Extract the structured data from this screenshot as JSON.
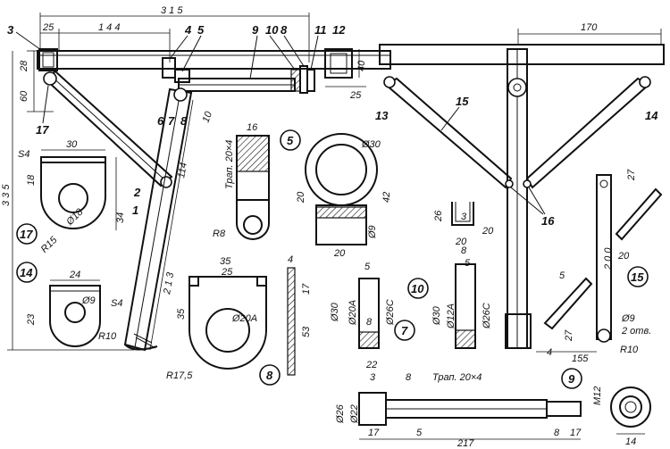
{
  "part_numbers": {
    "p1": "1",
    "p2": "2",
    "p3": "3",
    "p4": "4",
    "p5": "5",
    "p6": "6",
    "p7": "7",
    "p8": "8",
    "p9": "9",
    "p10": "10",
    "p11": "11",
    "p12": "12",
    "p13": "13",
    "p14": "14",
    "p15": "15",
    "p16": "16",
    "p17": "17"
  },
  "circled_labels": {
    "c5": "5",
    "c7": "7",
    "c8": "8",
    "c9": "9",
    "c10": "10",
    "c14": "14",
    "c15": "15",
    "c17": "17"
  },
  "dimensions": {
    "d315": "3 1 5",
    "d25a": "25",
    "d144": "1 4 4",
    "d28": "28",
    "d60": "60",
    "d40": "40",
    "d25b": "25",
    "d170": "170",
    "d10": "10",
    "d114": "114",
    "d213": "2 1 3",
    "d335": "3 3 5",
    "p17_s4": "S4",
    "p17_30": "30",
    "p17_18": "18",
    "p17_d18": "Ø18",
    "p17_34": "34",
    "p17_r15": "R15",
    "p14_24": "24",
    "p14_d9": "Ø9",
    "p14_s4": "S4",
    "p14_23": "23",
    "p14_r10": "R10",
    "p5_16": "16",
    "p5_thread": "Трап. 20×4",
    "p5_r8": "R8",
    "p5_d30": "Ø30",
    "p5_20a": "20",
    "p5_42": "42",
    "p5_d9": "Ø9",
    "p5_20b": "20",
    "p8_35a": "35",
    "p8_25": "25",
    "p8_4": "4",
    "p8_17": "17",
    "p8_35b": "35",
    "p8_d20": "Ø20А",
    "p8_53": "53",
    "p8_r175": "R17,5",
    "p7_5": "5",
    "p7_d30": "Ø30",
    "p7_d20": "Ø20А",
    "p7_d26": "Ø26С",
    "p7_8": "8",
    "p10_8": "8",
    "p10_5": "5",
    "p10_d30": "Ø30",
    "p10_d12": "Ø12А",
    "p10_d26": "Ø26С",
    "u_26": "26",
    "u_3": "3",
    "u_20a": "20",
    "u_20b": "20",
    "p15_27a": "27",
    "p15_200": "2 0 0",
    "p15_20": "20",
    "p15_5": "5",
    "p15_27b": "27",
    "p15_4": "4",
    "p15_155": "155",
    "p15_d9": "Ø9",
    "p15_holes": "2 отв.",
    "p15_r10": "R10",
    "p9_22": "22",
    "p9_3": "3",
    "p9_8a": "8",
    "p9_thread": "Трап. 20×4",
    "p9_d26": "Ø26",
    "p9_d22": "Ø22",
    "p9_17a": "17",
    "p9_5": "5",
    "p9_217": "217",
    "p9_8b": "8",
    "p9_17b": "17",
    "p9_m12": "M12",
    "p9_14": "14"
  }
}
